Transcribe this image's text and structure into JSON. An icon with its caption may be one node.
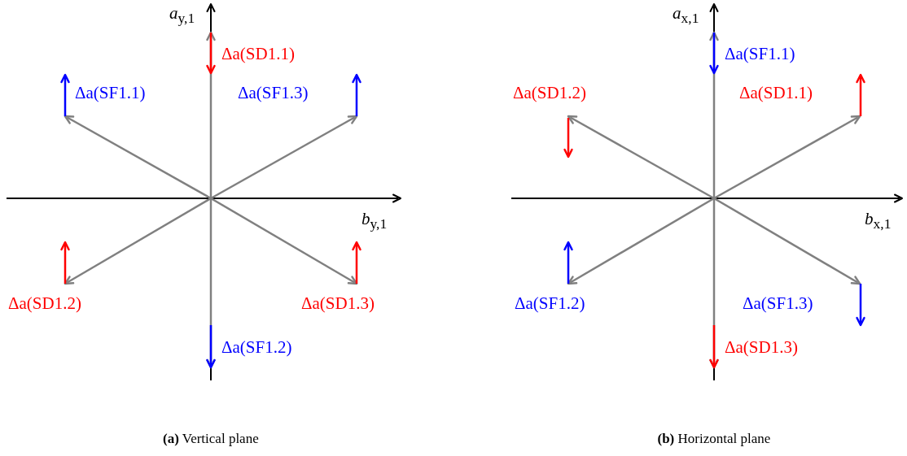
{
  "diagram": {
    "labels": [
      "*a*$_{y,1}$",
      "Δa(SD1.1)",
      "Δa(SF1.1)",
      "Δa(SF1.3)",
      "*b*$_{y,1}$",
      "Δa(SD1.2)",
      "Δa(SD1.3)",
      "Δa(SF1.2)",
      "**(a)** Vertical plane",
      "*a*$_{x,1}$",
      "Δa(SF1.1)",
      "Δa(SD1.2)",
      "Δa(SD1.1)",
      "*b*$_{x,1}$",
      "Δa(SF1.2)",
      "Δa(SF1.3)",
      "Δa(SD1.3)",
      "**(b)** Horizontal plane"
    ]
  }
}
